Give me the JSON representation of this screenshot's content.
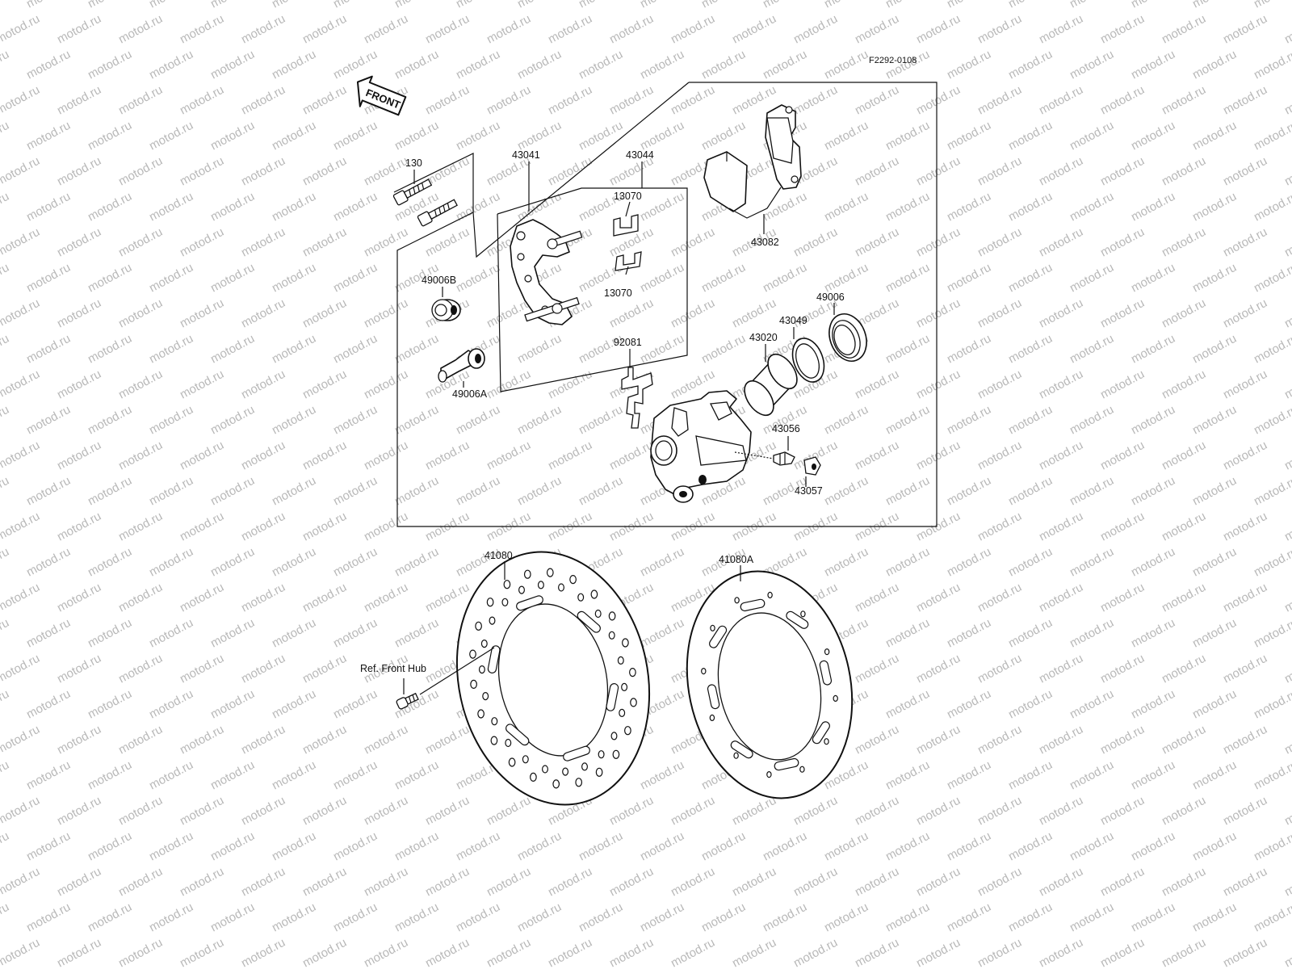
{
  "watermark": {
    "text": "motod.ru",
    "color": "#b8b8b8"
  },
  "diagram_code": "F2292-0108",
  "direction_label": "FRONT",
  "ref_label": "Ref. Front Hub",
  "parts": {
    "bolt": "130",
    "holder": "43041",
    "holder_assy": "43044",
    "spring_top": "13070",
    "spring_bottom": "13070",
    "pads": "43082",
    "boot_b": "49006B",
    "pin_a": "49006A",
    "pad_spring": "92081",
    "seal_dust": "49006",
    "seal_piston": "43049",
    "piston": "43020",
    "bleed_valve": "43056",
    "bleed_cap": "43057",
    "disc": "41080",
    "disc_alt": "41080A"
  }
}
